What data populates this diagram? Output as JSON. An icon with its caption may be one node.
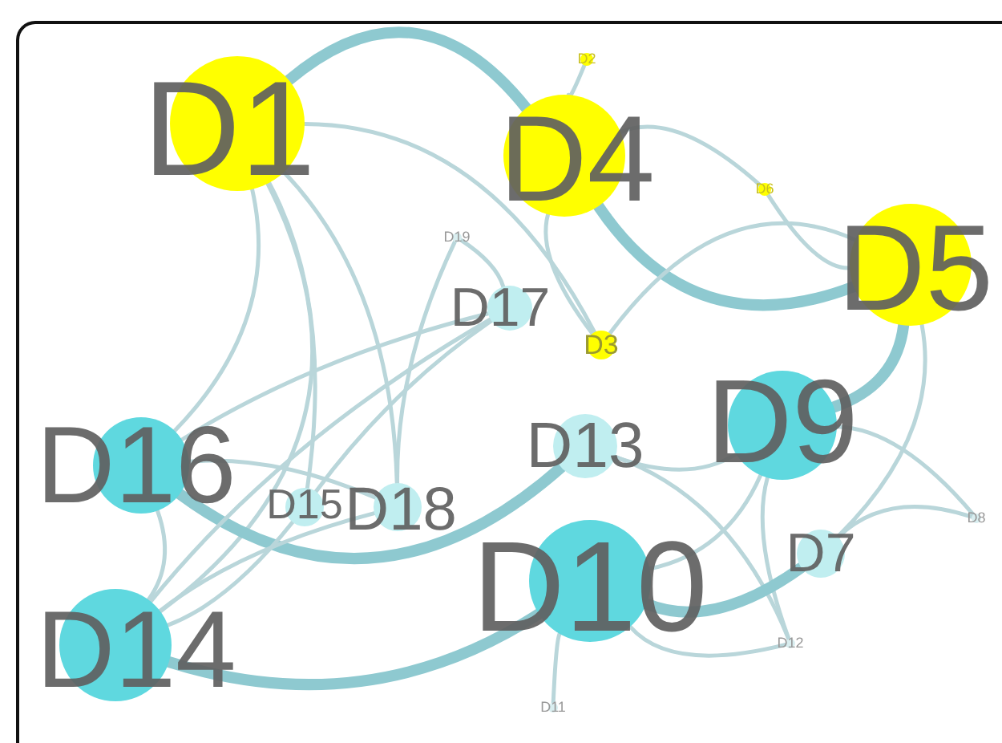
{
  "diagram": {
    "nodes": [
      {
        "text": [
          "D1"
        ]
      },
      {
        "text": [
          "D2"
        ]
      },
      {
        "text": [
          "D3"
        ]
      },
      {
        "text": [
          "D4"
        ]
      },
      {
        "text": [
          "D5"
        ]
      },
      {
        "text": [
          "D6"
        ]
      },
      {
        "text": [
          "D7"
        ]
      },
      {
        "text": [
          "D8"
        ]
      },
      {
        "text": [
          "D9"
        ]
      },
      {
        "text": [
          "D10"
        ]
      },
      {
        "text": [
          "D11"
        ]
      },
      {
        "text": [
          "D12"
        ]
      },
      {
        "text": [
          "D13"
        ]
      },
      {
        "text": [
          "D14"
        ]
      },
      {
        "text": [
          "D15"
        ]
      },
      {
        "text": [
          "D16"
        ]
      },
      {
        "text": [
          "D17"
        ]
      },
      {
        "text": [
          "D18"
        ]
      },
      {
        "text": [
          "D19"
        ]
      }
    ],
    "edges": [
      {
        "from": 0,
        "to": 3,
        "arrow": "none",
        "style": "thick"
      },
      {
        "from": 0,
        "to": 2,
        "arrow": "none"
      },
      {
        "from": 0,
        "to": 15,
        "arrow": "none"
      },
      {
        "from": 0,
        "to": 14,
        "arrow": "none"
      },
      {
        "from": 0,
        "to": 17,
        "arrow": "none"
      },
      {
        "from": 0,
        "to": 13,
        "arrow": "none"
      },
      {
        "from": 1,
        "to": 3,
        "arrow": "none"
      },
      {
        "from": 3,
        "to": 4,
        "arrow": "none",
        "style": "thick"
      },
      {
        "from": 3,
        "to": 5,
        "arrow": "none"
      },
      {
        "from": 5,
        "to": 4,
        "arrow": "none"
      },
      {
        "from": 3,
        "to": 2,
        "arrow": "none"
      },
      {
        "from": 2,
        "to": 4,
        "arrow": "none"
      },
      {
        "from": 4,
        "to": 8,
        "arrow": "none",
        "style": "thick"
      },
      {
        "from": 4,
        "to": 6,
        "arrow": "none"
      },
      {
        "from": 8,
        "to": 12,
        "arrow": "none"
      },
      {
        "from": 8,
        "to": 9,
        "arrow": "none"
      },
      {
        "from": 8,
        "to": 7,
        "arrow": "none"
      },
      {
        "from": 8,
        "to": 11,
        "arrow": "none"
      },
      {
        "from": 12,
        "to": 15,
        "arrow": "none",
        "style": "thick"
      },
      {
        "from": 12,
        "to": 11,
        "arrow": "none"
      },
      {
        "from": 9,
        "to": 13,
        "arrow": "none",
        "style": "thick"
      },
      {
        "from": 9,
        "to": 6,
        "arrow": "none",
        "style": "thick"
      },
      {
        "from": 9,
        "to": 11,
        "arrow": "none"
      },
      {
        "from": 9,
        "to": 10,
        "arrow": "none"
      },
      {
        "from": 6,
        "to": 7,
        "arrow": "none"
      },
      {
        "from": 16,
        "to": 18,
        "arrow": "none"
      },
      {
        "from": 16,
        "to": 15,
        "arrow": "none"
      },
      {
        "from": 16,
        "to": 13,
        "arrow": "none"
      },
      {
        "from": 16,
        "to": 14,
        "arrow": "none"
      },
      {
        "from": 17,
        "to": 15,
        "arrow": "none"
      },
      {
        "from": 13,
        "to": 15,
        "arrow": "none"
      },
      {
        "from": 17,
        "to": 13,
        "arrow": "none"
      },
      {
        "from": 14,
        "to": 13,
        "arrow": "none"
      },
      {
        "from": 18,
        "to": 17,
        "arrow": "none"
      }
    ]
  }
}
